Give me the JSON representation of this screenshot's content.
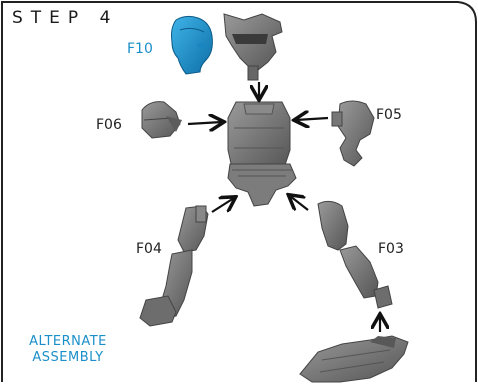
{
  "header": {
    "step_title": "STEP 4"
  },
  "parts": {
    "f10": "F10",
    "f06": "F06",
    "f05": "F05",
    "f04": "F04",
    "f03": "F03"
  },
  "note": {
    "line1": "ALTERNATE",
    "line2": "ASSEMBLY"
  },
  "colors": {
    "part_gray": "#7a7a7a",
    "highlight_blue": "#1b8fc9",
    "arrow": "#111111"
  }
}
